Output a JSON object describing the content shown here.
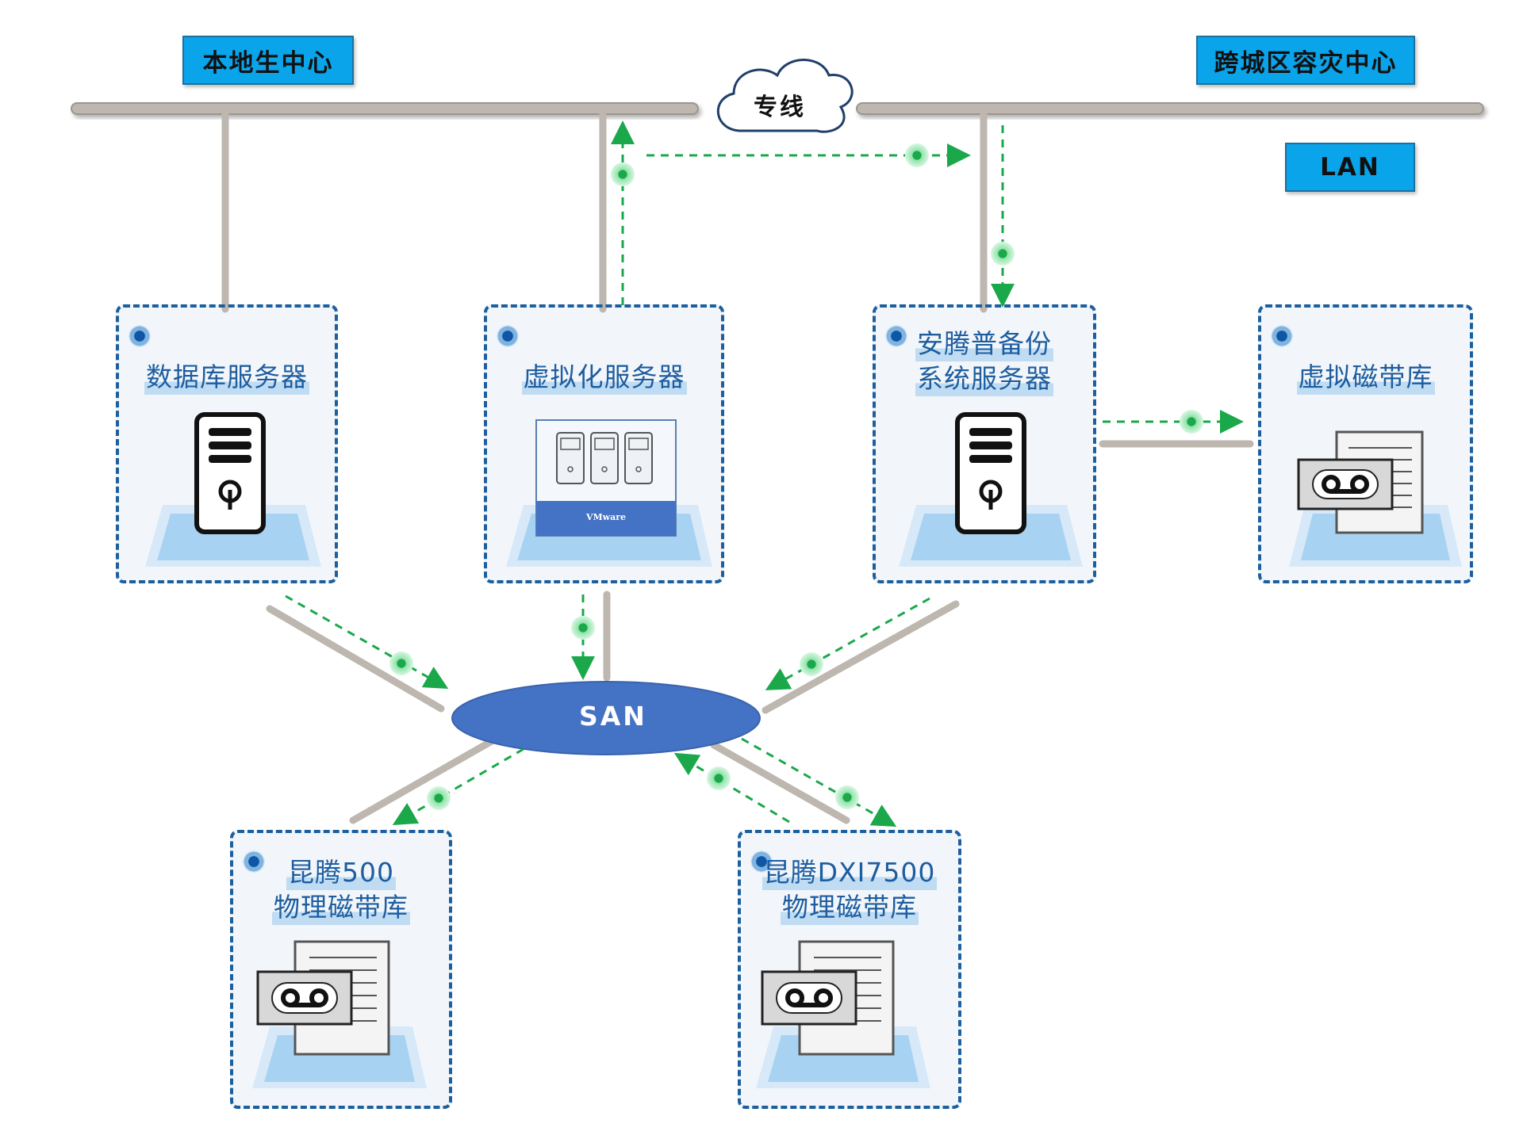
{
  "sites": {
    "local": "本地生中心",
    "remote": "跨城区容灾中心",
    "lan": "LAN"
  },
  "network": {
    "cloud": "专线",
    "san": "SAN"
  },
  "nodes": {
    "db_server": "数据库服务器",
    "virt_server": "虚拟化服务器",
    "backup_server_l1": "安腾普备份",
    "backup_server_l2": "系统服务器",
    "virtual_tape": "虚拟磁带库",
    "tape500_l1": "昆腾500",
    "tape500_l2": "物理磁带库",
    "dxi7500_l1": "昆腾DXI7500",
    "dxi7500_l2": "物理磁带库"
  },
  "vmware_label": "VMware",
  "colors": {
    "label_bg": "#0aa4ea",
    "node_border": "#1c5f9e",
    "node_text": "#1d5da0",
    "san_fill": "#4472c4",
    "cable": "#bdb7b0",
    "flow": "#1aa84a",
    "platform": "#a8d2f2"
  }
}
